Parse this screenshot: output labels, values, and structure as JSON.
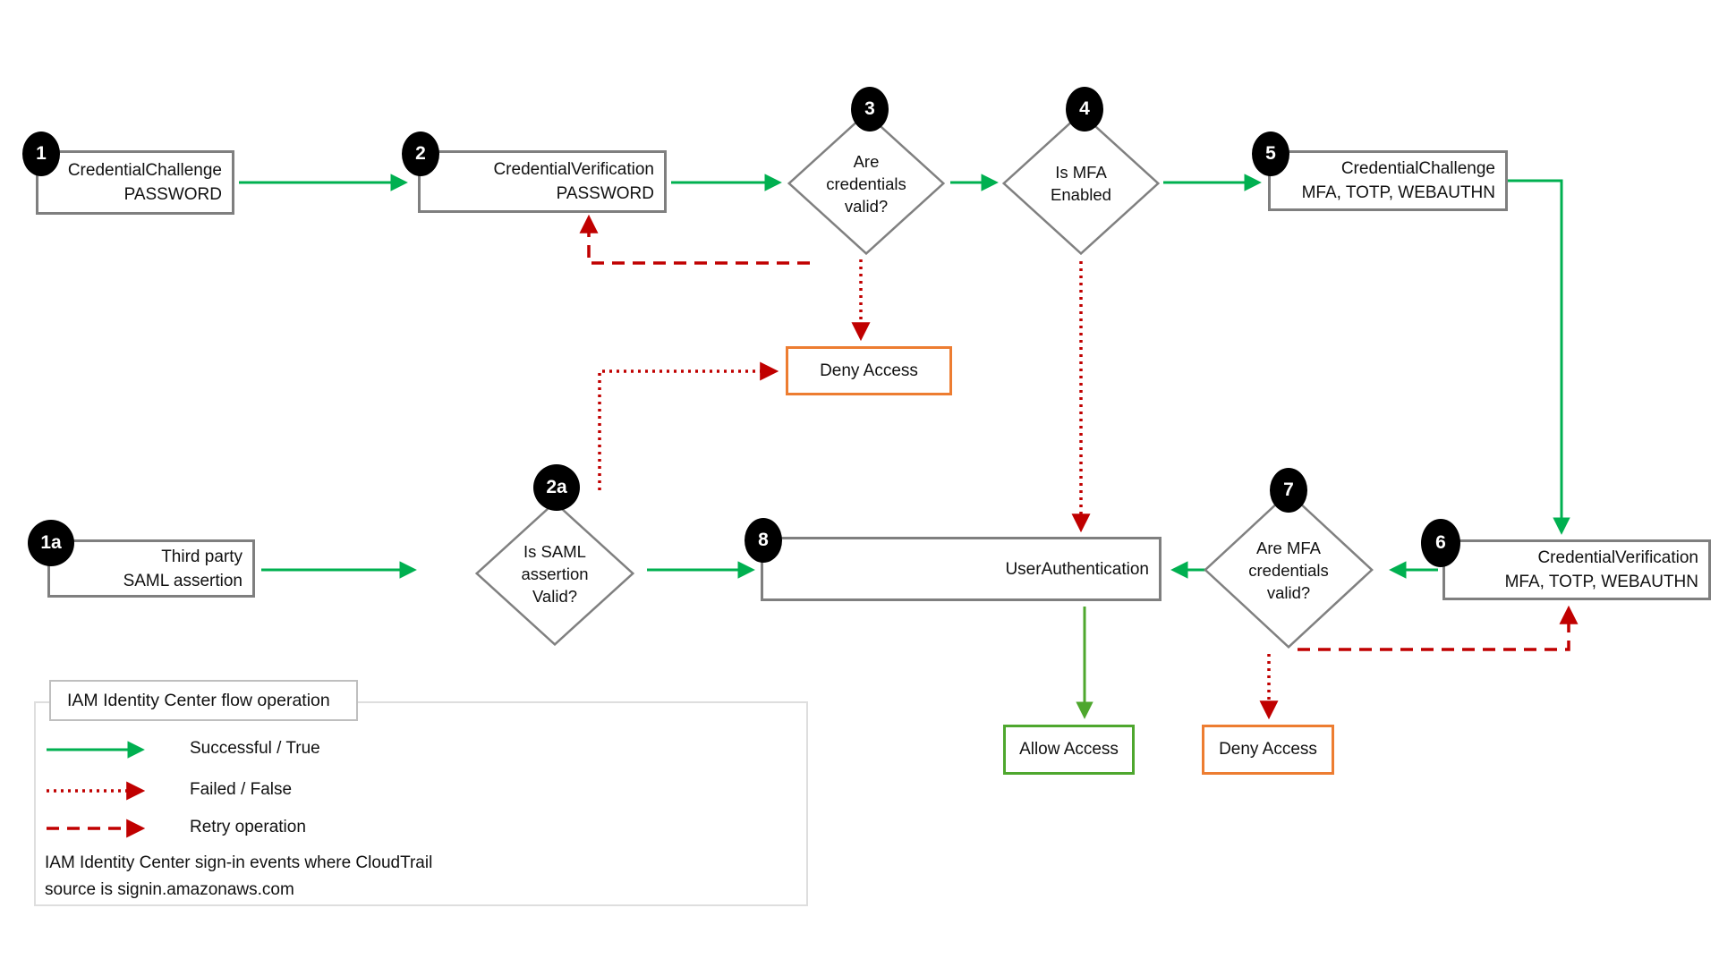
{
  "diagram": {
    "nodes": {
      "step1": {
        "badge": "1",
        "line1": "CredentialChallenge",
        "line2": "PASSWORD"
      },
      "step2": {
        "badge": "2",
        "line1": "CredentialVerification",
        "line2": "PASSWORD"
      },
      "step3": {
        "badge": "3",
        "line1": "Are",
        "line2": "credentials",
        "line3": "valid?"
      },
      "step4": {
        "badge": "4",
        "line1": "Is MFA",
        "line2": "Enabled"
      },
      "step5": {
        "badge": "5",
        "line1": "CredentialChallenge",
        "line2": "MFA, TOTP, WEBAUTHN"
      },
      "step6": {
        "badge": "6",
        "line1": "CredentialVerification",
        "line2": "MFA, TOTP, WEBAUTHN"
      },
      "step7": {
        "badge": "7",
        "line1": "Are MFA",
        "line2": "credentials",
        "line3": "valid?"
      },
      "step8": {
        "badge": "8",
        "line1": "UserAuthentication"
      },
      "step1a": {
        "badge": "1a",
        "line1": "Third party",
        "line2": "SAML assertion"
      },
      "step2a": {
        "badge": "2a",
        "line1": "Is SAML",
        "line2": "assertion",
        "line3": "Valid?"
      },
      "deny_top": {
        "label": "Deny Access"
      },
      "deny_bottom": {
        "label": "Deny Access"
      },
      "allow": {
        "label": "Allow Access"
      }
    },
    "legend": {
      "title": "IAM Identity Center flow operation",
      "items": [
        {
          "style": "solid-green",
          "label": "Successful / True"
        },
        {
          "style": "dotted-red",
          "label": "Failed / False"
        },
        {
          "style": "dashed-red",
          "label": "Retry operation"
        }
      ],
      "note_line1": "IAM Identity Center sign-in events where CloudTrail",
      "note_line2": "source is signin.amazonaws.com"
    },
    "colors": {
      "success_arrow": "#00B050",
      "allow_green": "#4EA72E",
      "fail_red": "#C00000",
      "deny_orange": "#ED7D31",
      "node_border_gray": "#7F7F7F"
    }
  }
}
